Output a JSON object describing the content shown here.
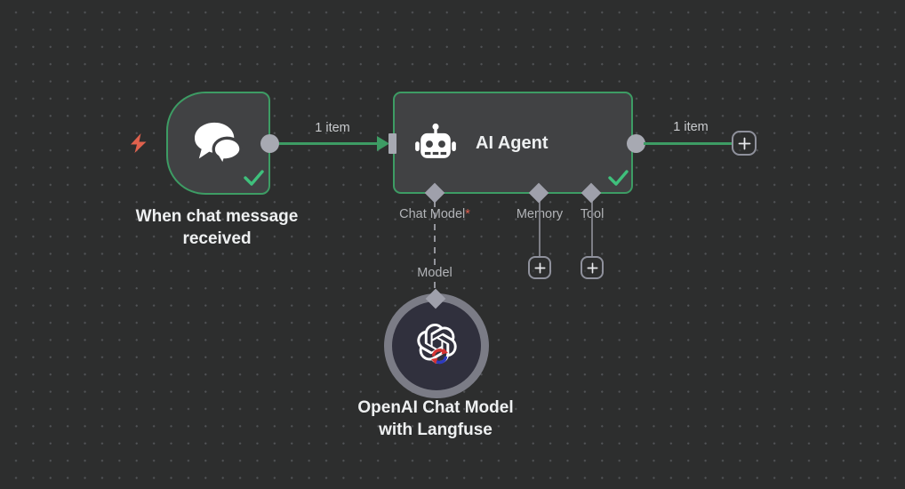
{
  "workflow": {
    "trigger": {
      "name": "When chat message received"
    },
    "agent": {
      "title": "AI Agent",
      "required_marker": "*",
      "ports": [
        {
          "label": "Chat Model",
          "required": true
        },
        {
          "label": "Memory",
          "required": false
        },
        {
          "label": "Tool",
          "required": false
        }
      ]
    },
    "model_node": {
      "name": "OpenAI Chat Model with Langfuse",
      "connection_label": "Model"
    },
    "connections": {
      "trigger_to_agent": "1 item",
      "agent_output": "1 item"
    },
    "icons": {
      "lightning-bolt-icon": "trigger kind indicator",
      "chat-bubbles-icon": "chat trigger",
      "robot-icon": "AI agent",
      "check-icon": "execution success",
      "plus-icon": "add node",
      "openai-logo-icon": "OpenAI chat model",
      "langfuse-badge-icon": "langfuse overlay",
      "diamond-connector": "sub-node port"
    },
    "colors": {
      "background": "#2d2e2e",
      "node_fill": "#414244",
      "success_green": "#3d9c64",
      "check_green": "#3fc07c",
      "connector_gray": "#a7a9b2",
      "label_gray": "#b2b4b8",
      "required_red": "#e0604f",
      "ring_gray": "#7b7c86",
      "circle_fill": "#30303d",
      "bolt_red": "#e0614d",
      "langfuse_red": "#d53434",
      "langfuse_blue": "#2d3bbf"
    }
  }
}
